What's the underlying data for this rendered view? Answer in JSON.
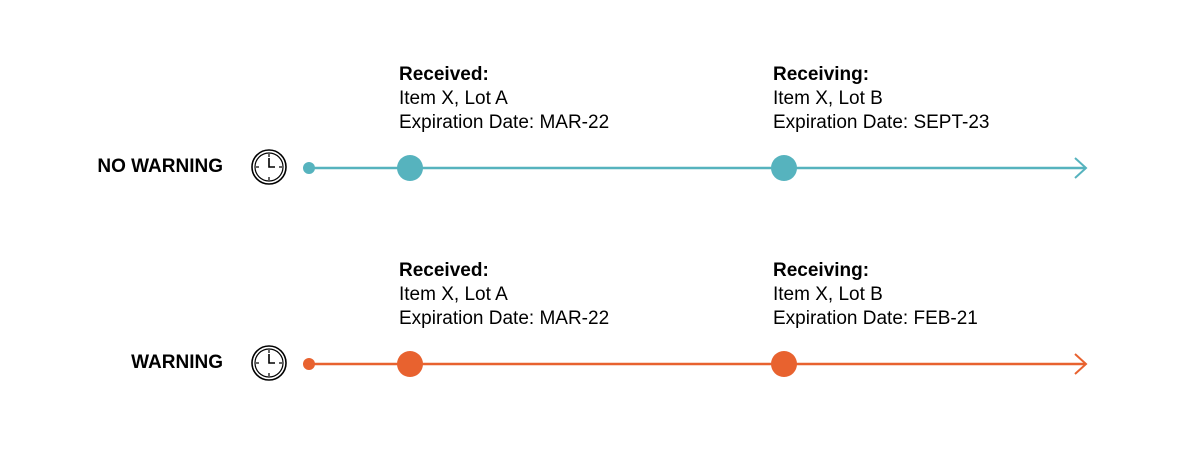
{
  "colors": {
    "no_warning": "#56b3be",
    "warning": "#e8622f"
  },
  "rows": [
    {
      "label": "NO WARNING",
      "icon": "clock-icon",
      "events": [
        {
          "title": "Received:",
          "item": "Item X, Lot A",
          "expiration": "Expiration Date: MAR-22"
        },
        {
          "title": "Receiving:",
          "item": "Item X, Lot B",
          "expiration": "Expiration Date: SEPT-23"
        }
      ]
    },
    {
      "label": "WARNING",
      "icon": "clock-icon",
      "events": [
        {
          "title": "Received:",
          "item": "Item X, Lot A",
          "expiration": "Expiration Date: MAR-22"
        },
        {
          "title": "Receiving:",
          "item": "Item X, Lot B",
          "expiration": "Expiration Date: FEB-21"
        }
      ]
    }
  ]
}
